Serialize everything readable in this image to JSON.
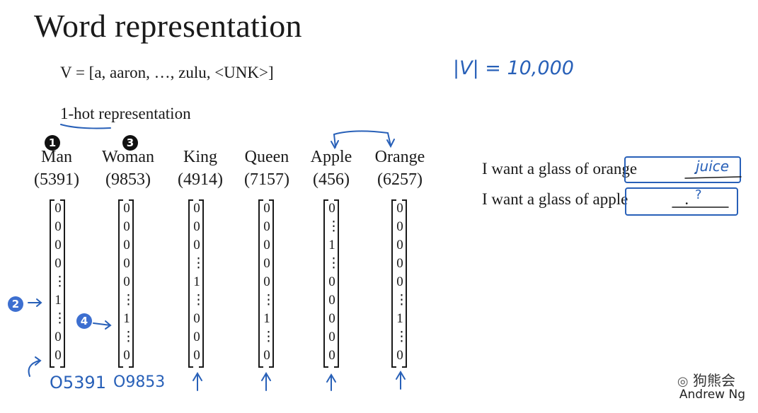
{
  "title": "Word representation",
  "vocab_text": "V = [a, aaron, …, zulu, <UNK>]",
  "vocab_size_note": "|V| = 10,000",
  "one_hot_label": "1-hot representation",
  "words": [
    {
      "label": "Man",
      "index": "(5391)",
      "cells": [
        "0",
        "0",
        "0",
        "0",
        "⋮",
        "1",
        "⋮",
        "0",
        "0"
      ],
      "note": "O5391"
    },
    {
      "label": "Woman",
      "index": "(9853)",
      "cells": [
        "0",
        "0",
        "0",
        "0",
        "0",
        "⋮",
        "1",
        "⋮",
        "0"
      ],
      "note": "O9853"
    },
    {
      "label": "King",
      "index": "(4914)",
      "cells": [
        "0",
        "0",
        "0",
        "⋮",
        "1",
        "⋮",
        "0",
        "0",
        "0"
      ],
      "note": ""
    },
    {
      "label": "Queen",
      "index": "(7157)",
      "cells": [
        "0",
        "0",
        "0",
        "0",
        "0",
        "⋮",
        "1",
        "⋮",
        "0"
      ],
      "note": ""
    },
    {
      "label": "Apple",
      "index": "(456)",
      "cells": [
        "0",
        "⋮",
        "1",
        "⋮",
        "0",
        "0",
        "0",
        "0",
        "0"
      ],
      "note": ""
    },
    {
      "label": "Orange",
      "index": "(6257)",
      "cells": [
        "0",
        "0",
        "0",
        "0",
        "0",
        "⋮",
        "1",
        "⋮",
        "0"
      ],
      "note": ""
    }
  ],
  "sentences": [
    {
      "prefix": "I want a glass of ",
      "word": "orange",
      "blank_fill": "juice",
      "end": "."
    },
    {
      "prefix": "I want a glass of ",
      "word": "apple",
      "blank_fill": "?",
      "end": "."
    }
  ],
  "badges": [
    "1",
    "2",
    "3",
    "4"
  ],
  "author": "Andrew Ng",
  "watermark": "狗熊会",
  "colors": {
    "ink": "#1a1a1a",
    "handwriting": "#2860b8",
    "badge_blue": "#3d6fd0"
  }
}
